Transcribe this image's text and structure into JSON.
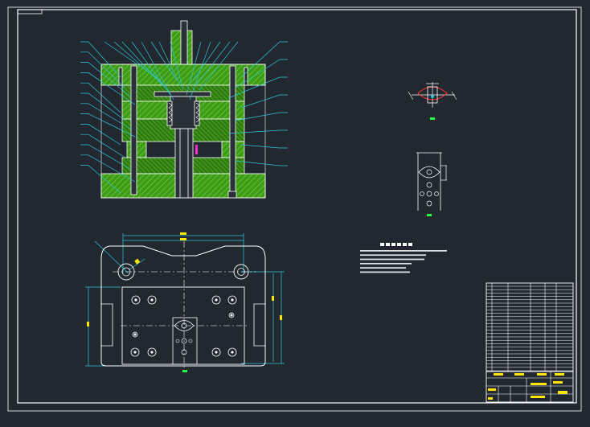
{
  "drawing": {
    "app": "CAD",
    "view_names": [
      "main-section-view",
      "top-plan-view",
      "part-detail-top",
      "part-detail-strip",
      "technical-requirements",
      "title-block"
    ],
    "colors": {
      "background": "#212830",
      "line": "#ffffff",
      "hatch": "#4caf1e",
      "hatch_dark": "#2f7a12",
      "leader": "#2fc6d6",
      "dimension": "#2fc6d6",
      "highlight": "#ffe600",
      "accent_green": "#22ff44",
      "accent_magenta": "#ff2bd6",
      "accent_red": "#ff3030"
    }
  }
}
